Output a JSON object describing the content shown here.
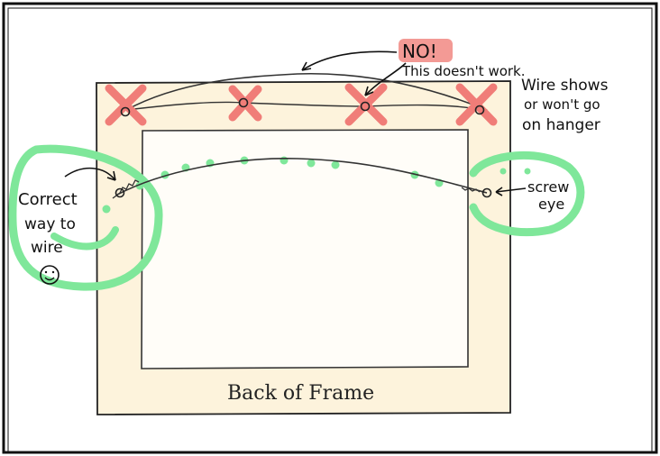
{
  "labels": {
    "no": "NO!",
    "wrong_line1": "This doesn't work.",
    "wrong_line2": "Wire shows",
    "wrong_line3": "or won't go",
    "wrong_line4": "on hanger",
    "correct_line1": "Correct",
    "correct_line2": "way to",
    "correct_line3": "wire",
    "screw_line1": "screw",
    "screw_line2": "eye",
    "frame_label": "Back of Frame",
    "smiley": "☺"
  },
  "colors": {
    "frame_fill": "#fdf3dc",
    "ink": "#1a1a1a",
    "wrong_mark": "#f07d78",
    "correct_mark": "#7fe79a",
    "no_badge": "#f39a95"
  },
  "icons": {
    "wrong_marks": [
      "x-mark-icon",
      "x-mark-icon",
      "x-mark-icon",
      "x-mark-icon"
    ],
    "correct_rings": [
      "circle-highlight-icon",
      "circle-highlight-icon"
    ],
    "smiley": "smiley-face-icon"
  }
}
